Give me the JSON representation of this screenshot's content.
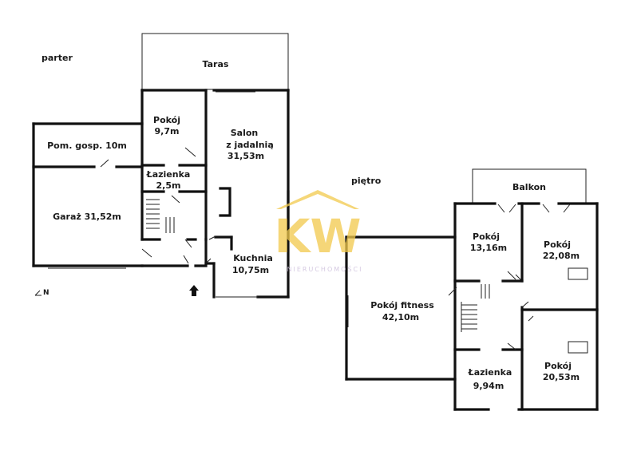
{
  "floor_labels": {
    "ground": "parter",
    "upper": "piętro"
  },
  "ground_floor": {
    "rooms": [
      {
        "id": "taras",
        "name": "Taras",
        "area": ""
      },
      {
        "id": "pokoj",
        "name": "Pokój",
        "area": "9,7m"
      },
      {
        "id": "salon",
        "name": "Salon\nz jadalnią",
        "area": "31,53m"
      },
      {
        "id": "pom_gosp",
        "name": "Pom. gosp. 10m",
        "area": ""
      },
      {
        "id": "lazienka",
        "name": "Łazienka",
        "area": "2,5m"
      },
      {
        "id": "garaz",
        "name": "Garaż 31,52m",
        "area": ""
      },
      {
        "id": "kuchnia",
        "name": "Kuchnia",
        "area": "10,75m"
      }
    ],
    "north_label": "N"
  },
  "upper_floor": {
    "rooms": [
      {
        "id": "balkon",
        "name": "Balkon",
        "area": ""
      },
      {
        "id": "pokoj1",
        "name": "Pokój",
        "area": "13,16m"
      },
      {
        "id": "pokoj2",
        "name": "Pokój",
        "area": "22,08m"
      },
      {
        "id": "fitness",
        "name": "Pokój fitness",
        "area": "42,10m"
      },
      {
        "id": "lazienka",
        "name": "Łazienka",
        "area": "9,94m"
      },
      {
        "id": "pokoj3",
        "name": "Pokój",
        "area": "20,53m"
      }
    ]
  },
  "watermark": {
    "logo_text": "KW",
    "caption": "NIERUCHOMOŚCI",
    "color": "#f2c94c"
  }
}
